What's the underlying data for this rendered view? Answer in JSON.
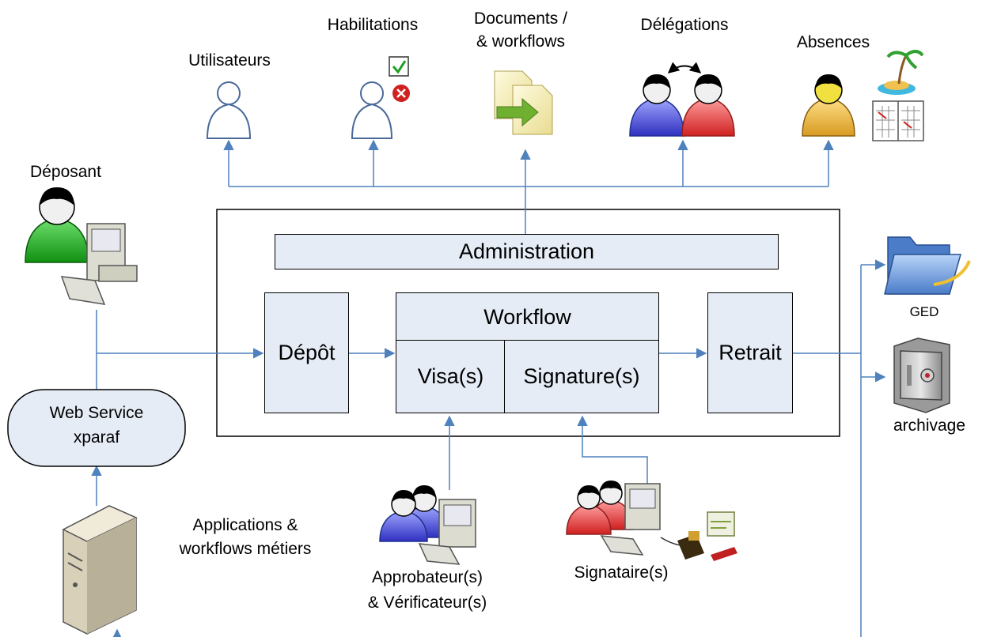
{
  "top_labels": {
    "utilisateurs": "Utilisateurs",
    "habilitations": "Habilitations",
    "documents_line1": "Documents /",
    "documents_line2": "& workflows",
    "delegations": "Délégations",
    "absences": "Absences"
  },
  "left_labels": {
    "deposant": "Déposant",
    "web_service_line1": "Web Service",
    "web_service_line2": "xparaf",
    "applications_line1": "Applications &",
    "applications_line2": "workflows métiers"
  },
  "system": {
    "administration": "Administration",
    "depot": "Dépôt",
    "workflow": "Workflow",
    "visas": "Visa(s)",
    "signatures": "Signature(s)",
    "retrait": "Retrait"
  },
  "bottom_labels": {
    "approbateur_line1": "Approbateur(s)",
    "approbateur_line2": "& Vérificateur(s)",
    "signataire": "Signataire(s)"
  },
  "right_labels": {
    "ged": "GED",
    "archivage": "archivage"
  },
  "colors": {
    "line": "#4f81bd",
    "box_fill": "#e6ecf6",
    "deposant": "#22b222",
    "approbateur": "#4040d0",
    "signataire": "#e03030",
    "delegation_left": "#4050d0",
    "delegation_right": "#e03030",
    "absence": "#e8b830"
  }
}
